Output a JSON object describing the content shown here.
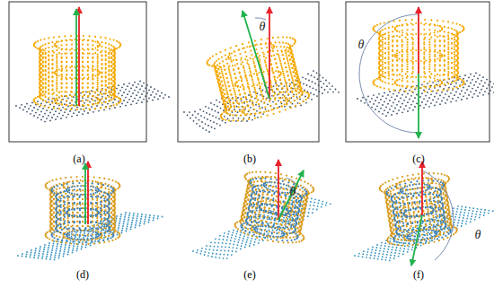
{
  "diagram": {
    "labels": [
      "(a)",
      "(b)",
      "(c)",
      "(d)",
      "(e)",
      "(f)",
      "θ",
      "θ",
      "θ",
      "θ"
    ]
  }
}
